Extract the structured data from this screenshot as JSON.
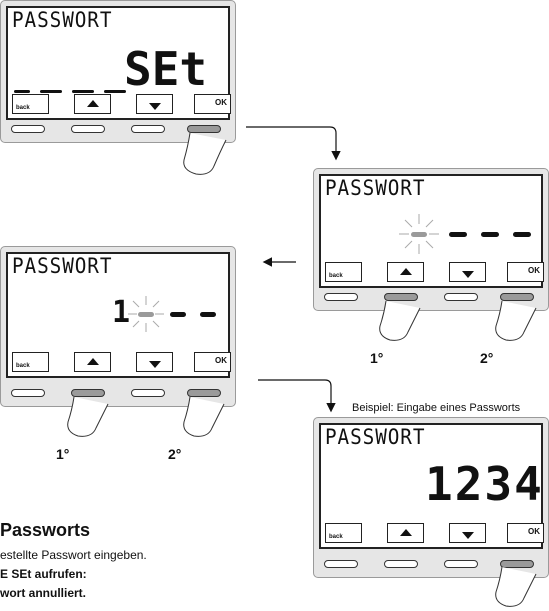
{
  "screen": {
    "title": "PASSWORT",
    "status_glyph": "",
    "keys": {
      "back": "back",
      "ok": "OK"
    }
  },
  "display1": {
    "big": "SEt"
  },
  "display4": {
    "big": "1234"
  },
  "steps": {
    "first": "1°",
    "second": "2°"
  },
  "example_caption": "Beispiel: Eingabe eines Passworts",
  "section": {
    "heading": "Passworts",
    "lines": [
      "estellte Passwort eingeben.",
      "E SEt aufrufen:",
      "wort annulliert."
    ]
  }
}
